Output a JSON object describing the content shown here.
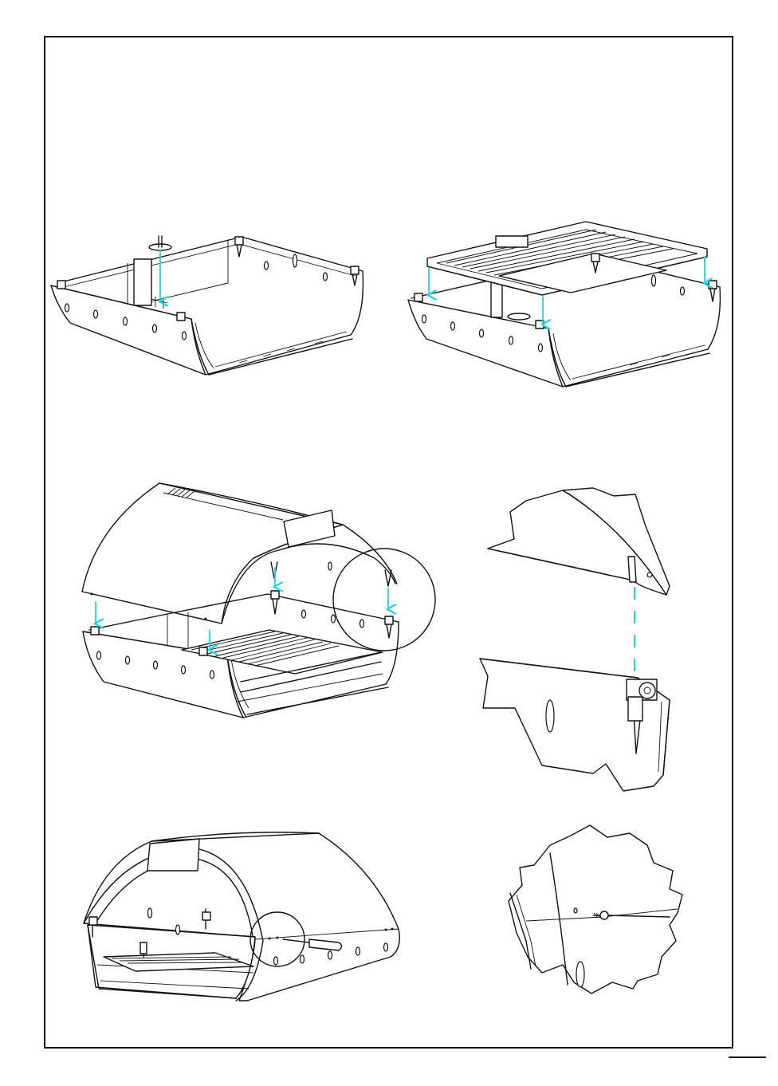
{
  "document": {
    "type": "assembly-instructions",
    "figures": [
      {
        "id": "step-1",
        "icon": "base-tray-insert-post"
      },
      {
        "id": "step-2",
        "icon": "grill-grate-frame-placement"
      },
      {
        "id": "step-3",
        "icon": "hood-lowered-onto-base"
      },
      {
        "id": "step-3-detail",
        "icon": "hinge-pin-detail"
      },
      {
        "id": "step-4",
        "icon": "assembled-grill-with-screwdriver"
      },
      {
        "id": "step-4-detail",
        "icon": "screw-fastening-detail"
      }
    ]
  },
  "colors": {
    "arrow": "#22d3e6",
    "line": "#111111",
    "background": "#ffffff"
  }
}
